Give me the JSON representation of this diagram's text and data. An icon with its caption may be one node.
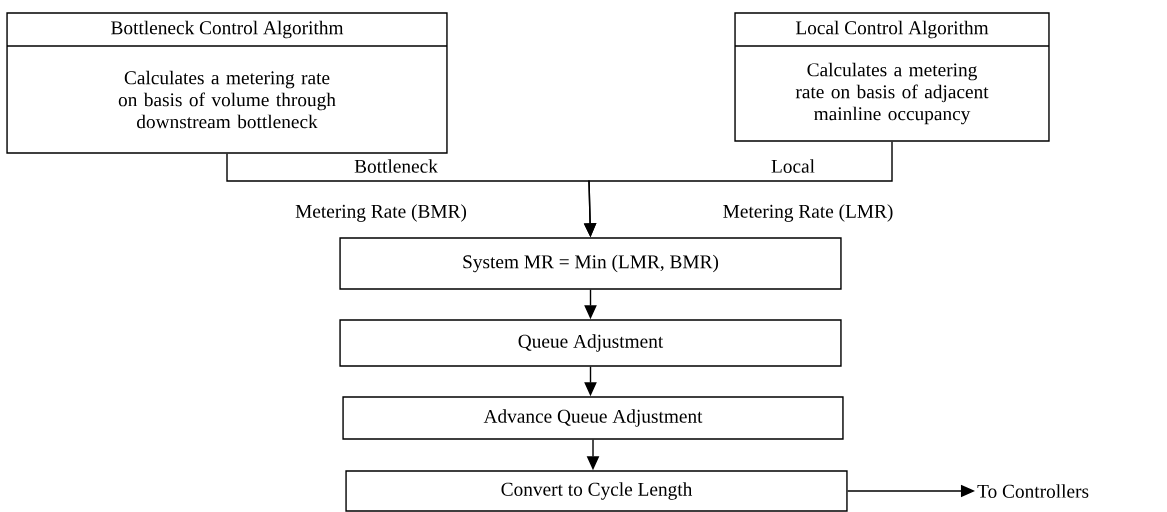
{
  "diagram": {
    "nodes": [
      {
        "text": [
          "Bottleneck Control Algorithm",
          "Calculates a metering rate on basis of volume through downstream bottleneck"
        ]
      },
      {
        "text": [
          "Local Control Algorithm",
          "Calculates a metering rate on basis of adjacent mainline occupancy"
        ]
      },
      {
        "text": [
          "System MR = Min (LMR, BMR)"
        ]
      },
      {
        "text": [
          "Queue Adjustment"
        ]
      },
      {
        "text": [
          "Advance Queue Adjustment"
        ]
      },
      {
        "text": [
          "Convert to Cycle Length"
        ]
      },
      {
        "text": [
          "To Controllers"
        ]
      }
    ],
    "edges": [
      {
        "from": 0,
        "to": 2,
        "arrow": "to"
      },
      {
        "from": 1,
        "to": 2,
        "arrow": "to"
      },
      {
        "from": 2,
        "to": 3,
        "arrow": "to"
      },
      {
        "from": 3,
        "to": 4,
        "arrow": "to"
      },
      {
        "from": 4,
        "to": 5,
        "arrow": "to"
      },
      {
        "from": 5,
        "to": 6,
        "arrow": "to"
      }
    ],
    "labels": [
      "Bottleneck",
      "Metering Rate (BMR)",
      "Local",
      "Metering Rate (LMR)"
    ]
  }
}
